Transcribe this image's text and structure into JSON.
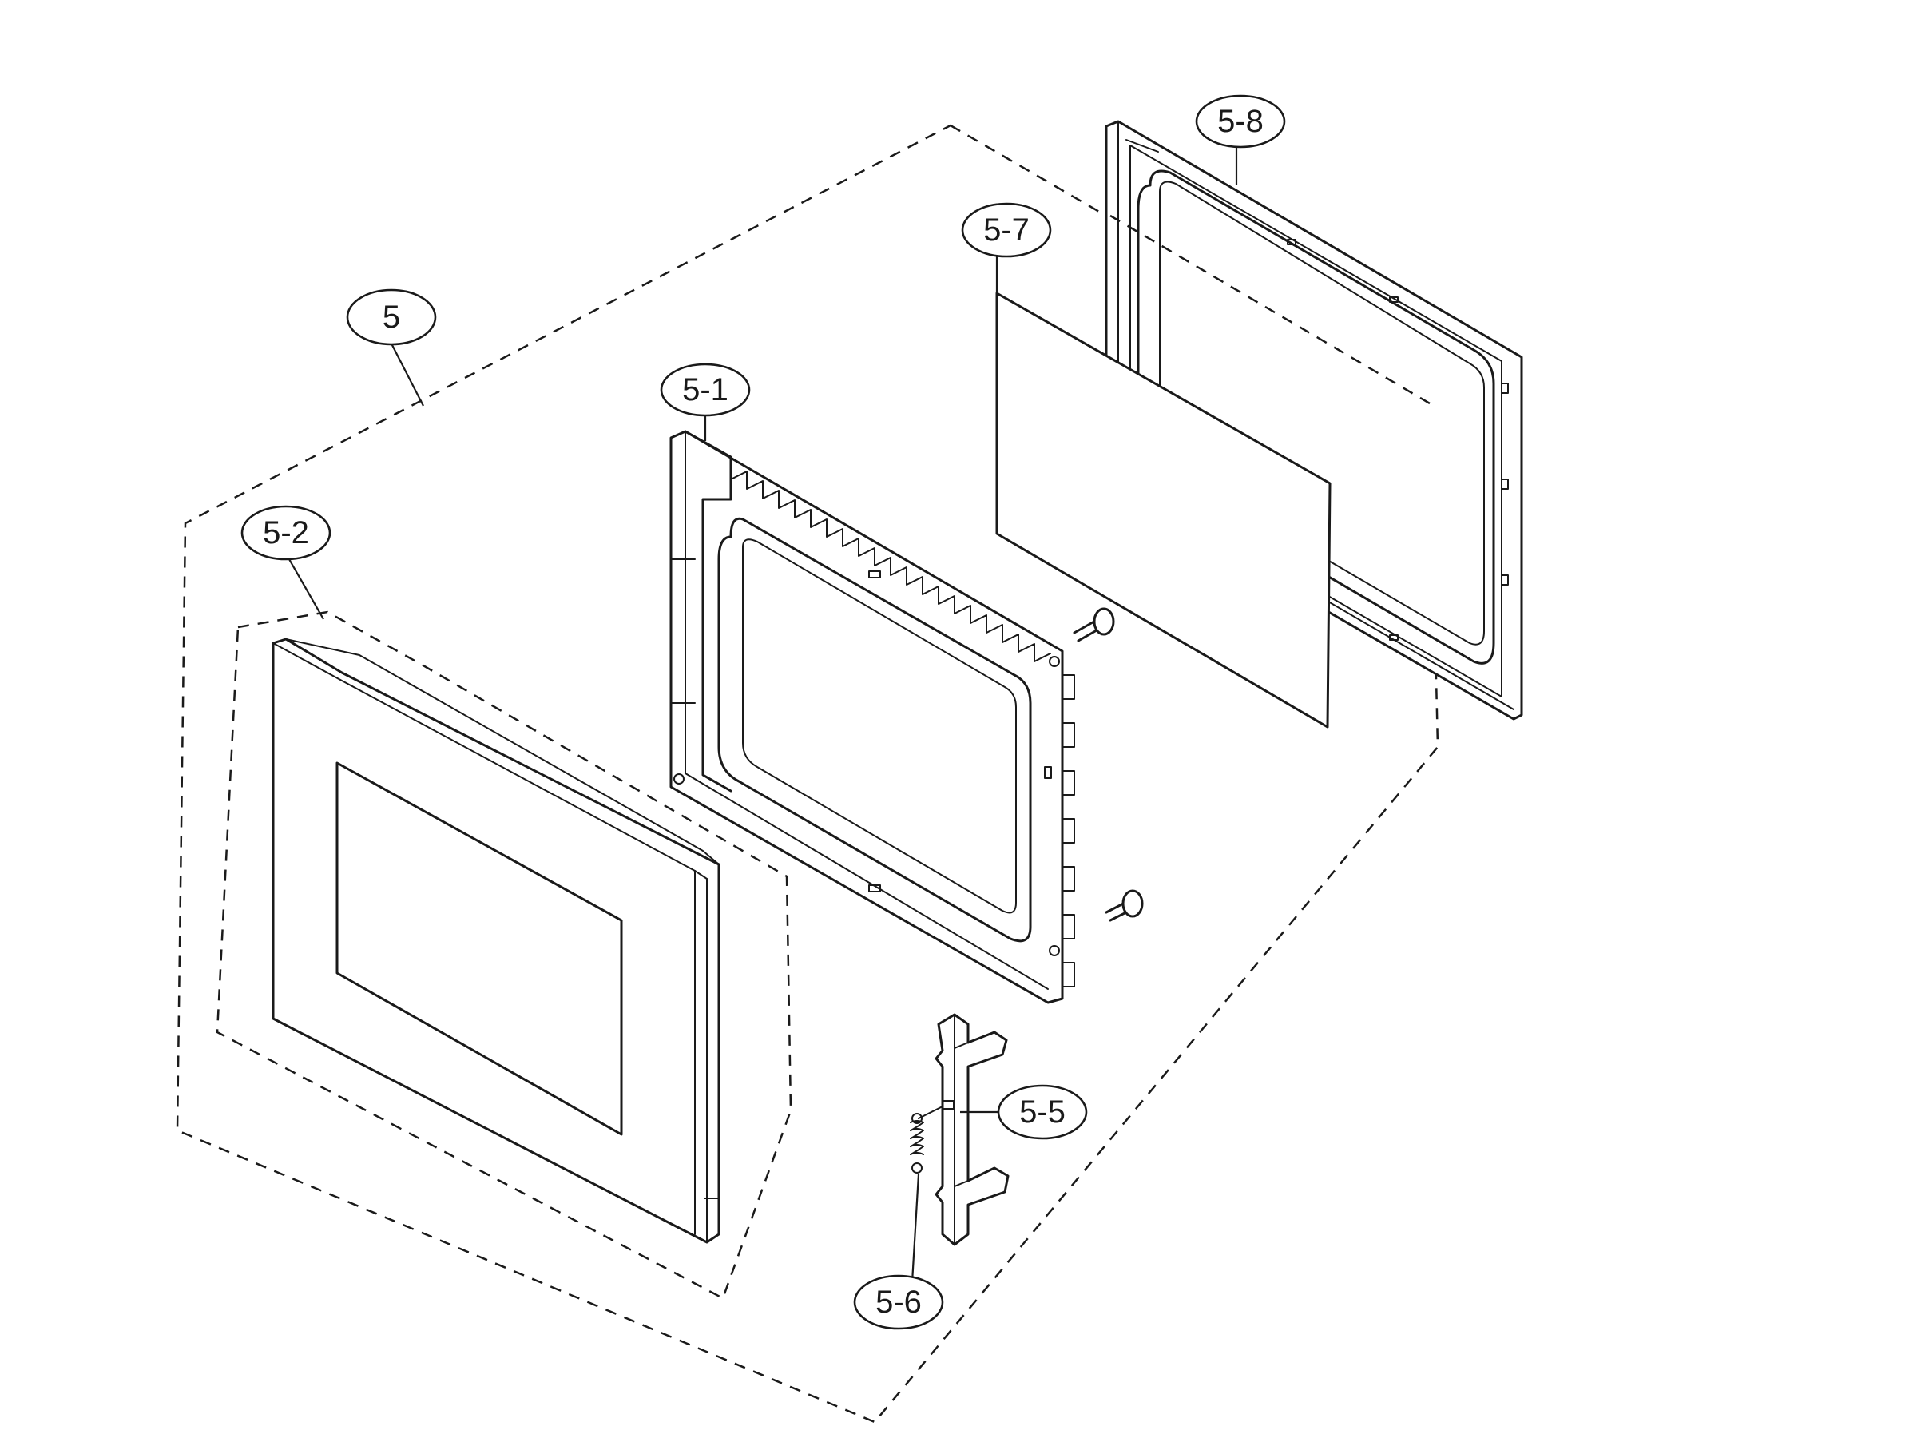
{
  "callouts": [
    {
      "id": "c5",
      "label": "5"
    },
    {
      "id": "c51",
      "label": "5-1"
    },
    {
      "id": "c52",
      "label": "5-2"
    },
    {
      "id": "c55",
      "label": "5-5"
    },
    {
      "id": "c56",
      "label": "5-6"
    },
    {
      "id": "c57",
      "label": "5-7"
    },
    {
      "id": "c58",
      "label": "5-8"
    }
  ],
  "colors": {
    "ink": "#1a1a1a",
    "background": "#ffffff"
  }
}
